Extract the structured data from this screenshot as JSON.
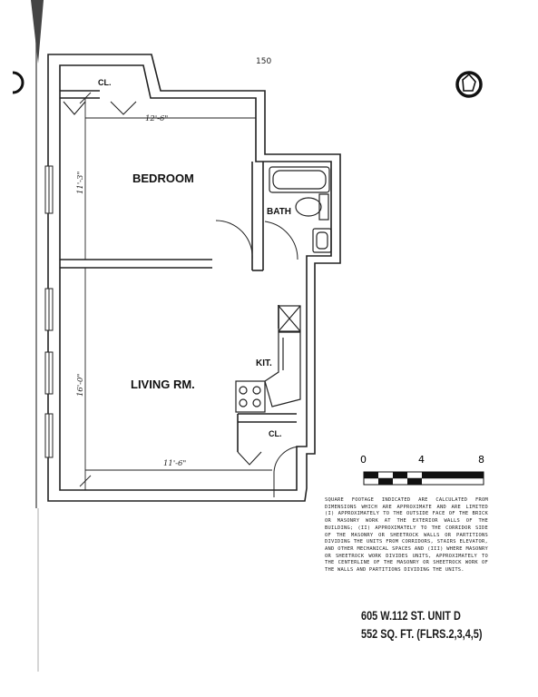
{
  "page": {
    "number": "150"
  },
  "rooms": {
    "closet_top": "CL.",
    "bedroom": "BEDROOM",
    "bath": "BATH",
    "living": "LIVING RM.",
    "kitchen": "KIT.",
    "closet_bottom": "CL."
  },
  "dimensions": {
    "bedroom_width": "12'-6\"",
    "bedroom_depth": "11'-3\"",
    "living_depth": "16'-0\"",
    "living_width": "11'-6\""
  },
  "scale": {
    "ticks": [
      "0",
      "4",
      "8"
    ]
  },
  "note": "Square footage indicated are calculated from dimensions which are approximate and are limited (i) approximately to the outside face of the brick or masonry work at the exterior walls of the building; (ii) approximately to the corridor side of the masonry or sheetrock walls or partitions dividing the units from corridors, stairs elevator, and other mechanical spaces and (iii) where masonry or sheetrock work divides units, approximately to the centerline of the masonry or sheetrock work of the walls and partitions dividing the units.",
  "unit": {
    "address": "605 W.112 ST. UNIT D",
    "area": "552 SQ. FT. (FLRS.2,3,4,5)"
  }
}
